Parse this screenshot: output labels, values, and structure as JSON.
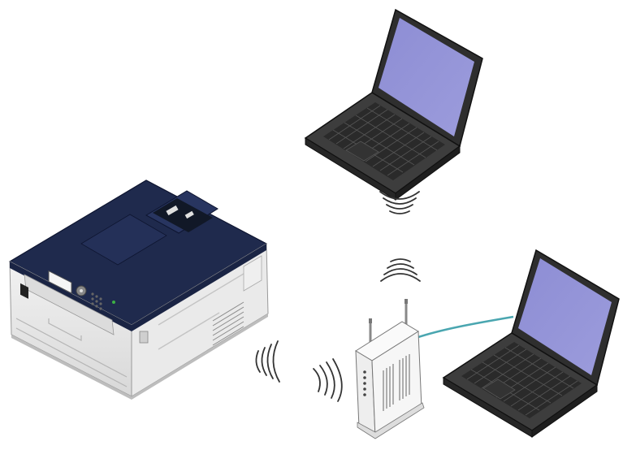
{
  "diagram": {
    "devices": [
      {
        "icon": "laptop-icon"
      },
      {
        "icon": "laptop-icon"
      },
      {
        "icon": "printer-icon"
      },
      {
        "icon": "wireless-router-icon"
      }
    ],
    "connections": [
      {
        "from": "printer-icon",
        "to": "wireless-router-icon",
        "type": "wireless"
      },
      {
        "from": "laptop-icon",
        "to": "wireless-router-icon",
        "type": "wireless"
      },
      {
        "from": "laptop-icon",
        "to": "wireless-router-icon",
        "type": "wired"
      }
    ],
    "colors": {
      "printer_top": "#1f2a4d",
      "printer_body": "#e6e6e6",
      "laptop_body": "#3a3a3a",
      "laptop_screen": "#8f8fd4",
      "cable": "#4aa6b0",
      "router_body": "#f4f4f4",
      "signal": "#333333"
    }
  }
}
